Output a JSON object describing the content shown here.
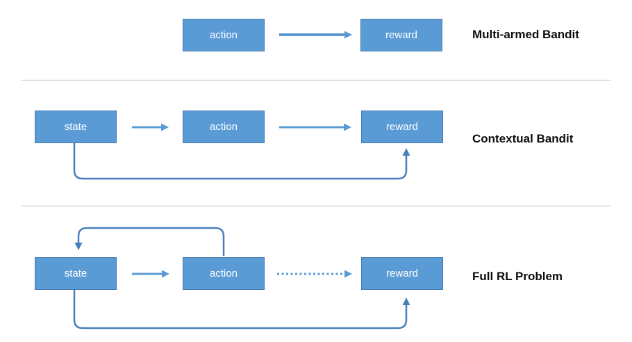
{
  "diagram": {
    "title_context": "Bandit vs RL problem comparison diagram",
    "rows": [
      {
        "label": "Multi-armed Bandit",
        "nodes": [
          {
            "text": "action"
          },
          {
            "text": "reward"
          }
        ]
      },
      {
        "label": "Contextual Bandit",
        "nodes": [
          {
            "text": "state"
          },
          {
            "text": "action"
          },
          {
            "text": "reward"
          }
        ]
      },
      {
        "label": "Full RL Problem",
        "nodes": [
          {
            "text": "state"
          },
          {
            "text": "action"
          },
          {
            "text": "reward"
          }
        ]
      }
    ],
    "colors": {
      "box_fill": "#5b9bd5",
      "box_border": "#4579b2",
      "box_text": "#ffffff",
      "straight_arrow": "#5b9bd5",
      "curved_connector": "#4a7ebb",
      "divider": "#d9d9d9",
      "label_text": "#0d0d0d",
      "background": "#ffffff"
    }
  }
}
